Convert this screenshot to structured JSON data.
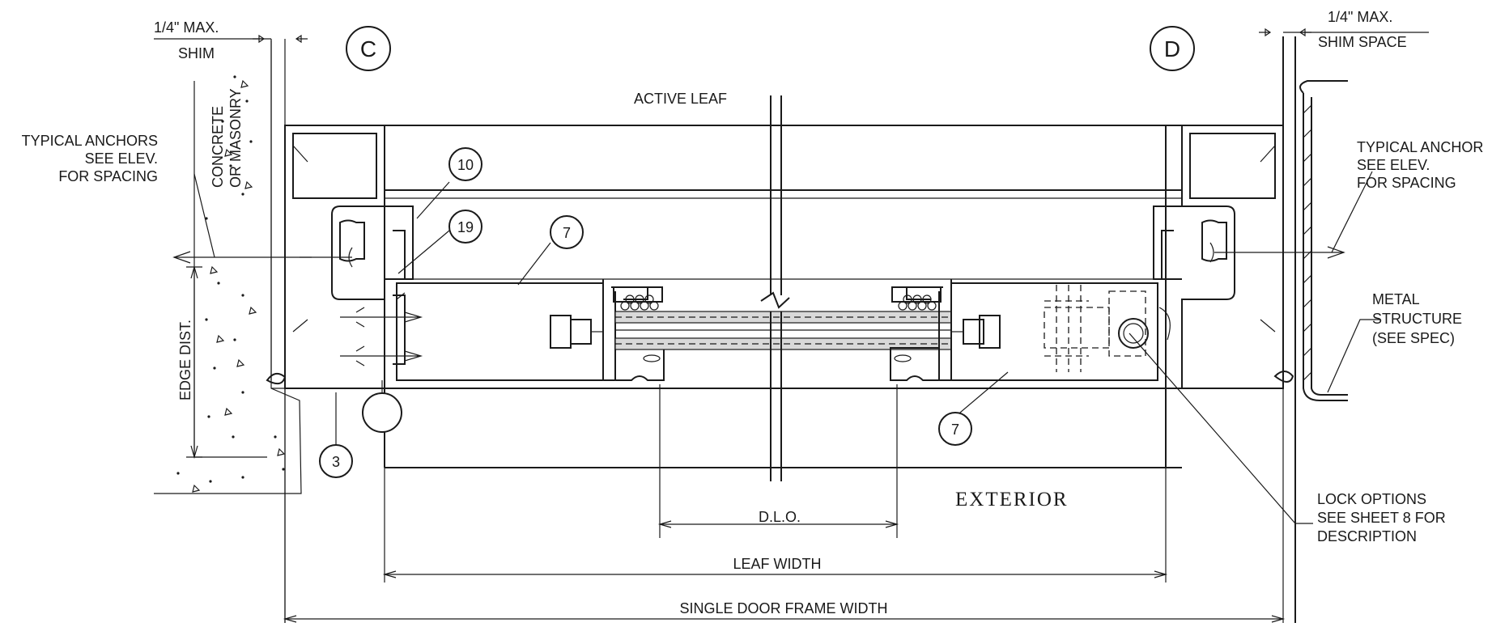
{
  "labels": {
    "shim_left_max": "1/4\" MAX.",
    "shim_left": "SHIM",
    "shim_right_max": "1/4\" MAX.",
    "shim_right": "SHIM SPACE",
    "grid_left": "C",
    "grid_right": "D",
    "active_leaf": "ACTIVE LEAF",
    "concrete_line1": "CONCRETE",
    "concrete_line2": "OR MASONRY",
    "anchors_left_line1": "TYPICAL ANCHORS",
    "anchors_left_line2": "SEE ELEV.",
    "anchors_left_line3": "FOR SPACING",
    "anchors_right_line1": "TYPICAL ANCHOR",
    "anchors_right_line2": "SEE ELEV.",
    "anchors_right_line3": "FOR SPACING",
    "metal_line1": "METAL",
    "metal_line2": "STRUCTURE",
    "metal_line3": "(SEE SPEC)",
    "edge_dist": "EDGE DIST.",
    "exterior": "EXTERIOR",
    "lock_line1": "LOCK OPTIONS",
    "lock_line2": "SEE SHEET 8 FOR",
    "lock_line3": "DESCRIPTION",
    "dlo": "D.L.O.",
    "leaf_width": "LEAF WIDTH",
    "frame_width": "SINGLE DOOR FRAME WIDTH"
  },
  "callouts": {
    "c10": "10",
    "c19": "19",
    "c7_top": "7",
    "c7_bottom": "7",
    "c3": "3"
  }
}
